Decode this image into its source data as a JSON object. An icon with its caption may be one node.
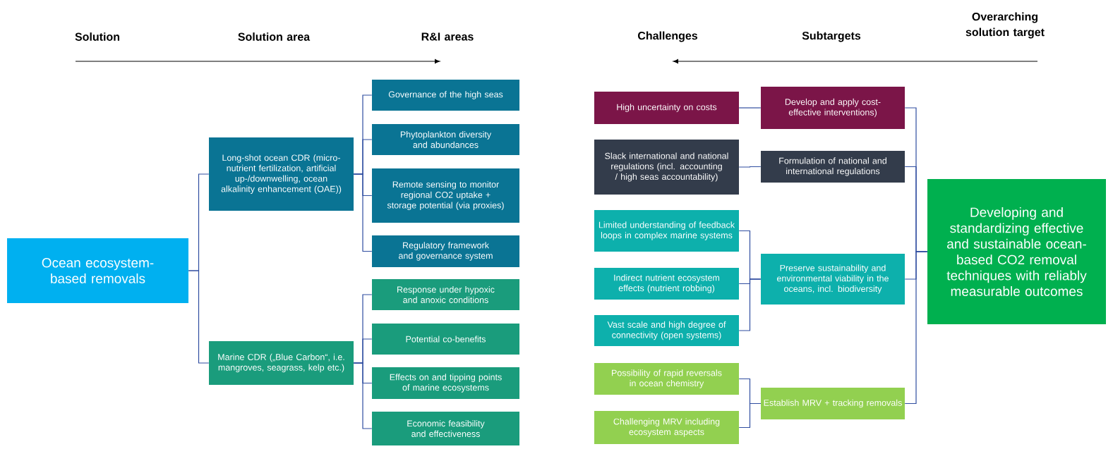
{
  "diagram": {
    "nodes": [
      {
        "text": [
          "Ocean ecosystem-based removals"
        ]
      },
      {
        "text": [
          "Long-shot ocean CDR (micro-nutrient fertilization, artificial up-/downwelling, ocean alkalinity enhancement (OAE))"
        ]
      },
      {
        "text": [
          "Marine CDR („Blue Carbon“, i.e. mangroves, seagrass, kelp etc.)"
        ]
      },
      {
        "text": [
          "Governance of the high seas"
        ]
      },
      {
        "text": [
          "Phytoplankton diversity and abundances"
        ]
      },
      {
        "text": [
          "Remote sensing to monitor regional CO2 uptake + storage potential (via proxies)"
        ]
      },
      {
        "text": [
          "Regulatory framework and governance system"
        ]
      },
      {
        "text": [
          "Response under hypoxic and anoxic conditions"
        ]
      },
      {
        "text": [
          "Potential co-benefits"
        ]
      },
      {
        "text": [
          "Effects on and tipping points of marine ecosystems"
        ]
      },
      {
        "text": [
          "Economic feasibility and effectiveness"
        ]
      },
      {
        "text": [
          "High uncertainty on costs"
        ]
      },
      {
        "text": [
          "Slack international and national regulations (incl. accounting / high seas accountability)"
        ]
      },
      {
        "text": [
          "Limited understanding of feedback loops in complex marine systems"
        ]
      },
      {
        "text": [
          "Indirect nutrient ecosystem effects (nutrient robbing)"
        ]
      },
      {
        "text": [
          "Vast scale and high degree of connectivity (open systems)"
        ]
      },
      {
        "text": [
          "Possibility of rapid reversals in ocean chemistry"
        ]
      },
      {
        "text": [
          "Challenging MRV including ecosystem aspects"
        ]
      },
      {
        "text": [
          "Develop and apply cost-effective interventions)"
        ]
      },
      {
        "text": [
          "Formulation of national and international regulations"
        ]
      },
      {
        "text": [
          "Preserve sustainability and environmental viability in the oceans, incl. biodiversity"
        ]
      },
      {
        "text": [
          "Establish MRV + tracking removals"
        ]
      },
      {
        "text": [
          "Developing and standardizing effective and sustainable ocean-based CO2 removal techniques with reliably measurable outcomes"
        ]
      }
    ],
    "edges": [
      {
        "from": 0,
        "to": 1,
        "arrow": "none"
      },
      {
        "from": 0,
        "to": 2,
        "arrow": "none"
      },
      {
        "from": 1,
        "to": 3,
        "arrow": "none"
      },
      {
        "from": 1,
        "to": 4,
        "arrow": "none"
      },
      {
        "from": 1,
        "to": 5,
        "arrow": "none"
      },
      {
        "from": 1,
        "to": 6,
        "arrow": "none"
      },
      {
        "from": 2,
        "to": 7,
        "arrow": "none"
      },
      {
        "from": 2,
        "to": 8,
        "arrow": "none"
      },
      {
        "from": 2,
        "to": 9,
        "arrow": "none"
      },
      {
        "from": 2,
        "to": 10,
        "arrow": "none"
      },
      {
        "from": 11,
        "to": 18,
        "arrow": "none"
      },
      {
        "from": 12,
        "to": 19,
        "arrow": "none"
      },
      {
        "from": 13,
        "to": 20,
        "arrow": "none"
      },
      {
        "from": 14,
        "to": 20,
        "arrow": "none"
      },
      {
        "from": 15,
        "to": 20,
        "arrow": "none"
      },
      {
        "from": 16,
        "to": 21,
        "arrow": "none"
      },
      {
        "from": 17,
        "to": 21,
        "arrow": "none"
      },
      {
        "from": 18,
        "to": 22,
        "arrow": "none"
      },
      {
        "from": 19,
        "to": 22,
        "arrow": "none"
      },
      {
        "from": 20,
        "to": 22,
        "arrow": "none"
      },
      {
        "from": 21,
        "to": 22,
        "arrow": "none"
      }
    ],
    "labels": [
      "Solution",
      "Solution area",
      "R&I areas",
      "Challenges",
      "Subtargets",
      "Overarching solution target"
    ]
  }
}
